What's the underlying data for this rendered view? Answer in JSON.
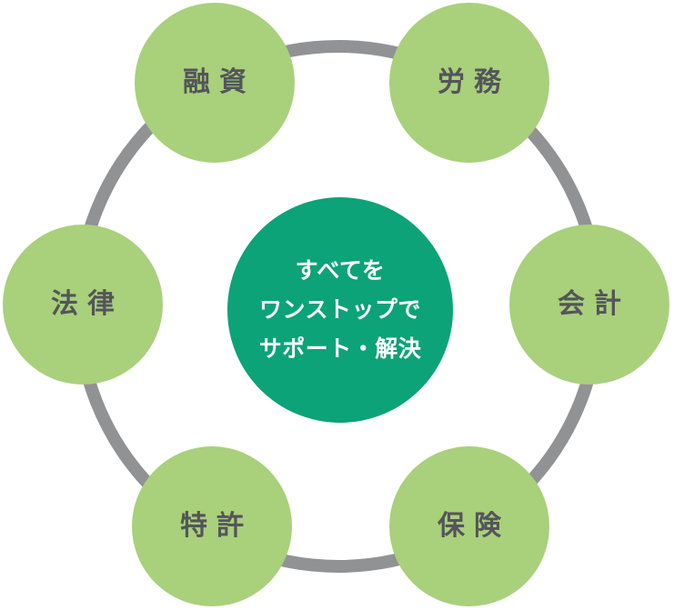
{
  "diagram": {
    "type": "hub-and-spoke-circle",
    "center": {
      "lines": [
        "すべてを",
        "ワンストップで",
        "サポート・解決"
      ]
    },
    "satellites": [
      {
        "id": "financing",
        "label": "融資"
      },
      {
        "id": "labor",
        "label": "労務"
      },
      {
        "id": "accounting",
        "label": "会計"
      },
      {
        "id": "insurance",
        "label": "保険"
      },
      {
        "id": "patent",
        "label": "特許"
      },
      {
        "id": "law",
        "label": "法律"
      }
    ]
  },
  "colors": {
    "satellite_fill": "#a9d07b",
    "center_fill": "#0ba377",
    "ring": "#919294",
    "label_text": "#54555a",
    "center_text": "#ffffff",
    "background": "#ffffff"
  }
}
